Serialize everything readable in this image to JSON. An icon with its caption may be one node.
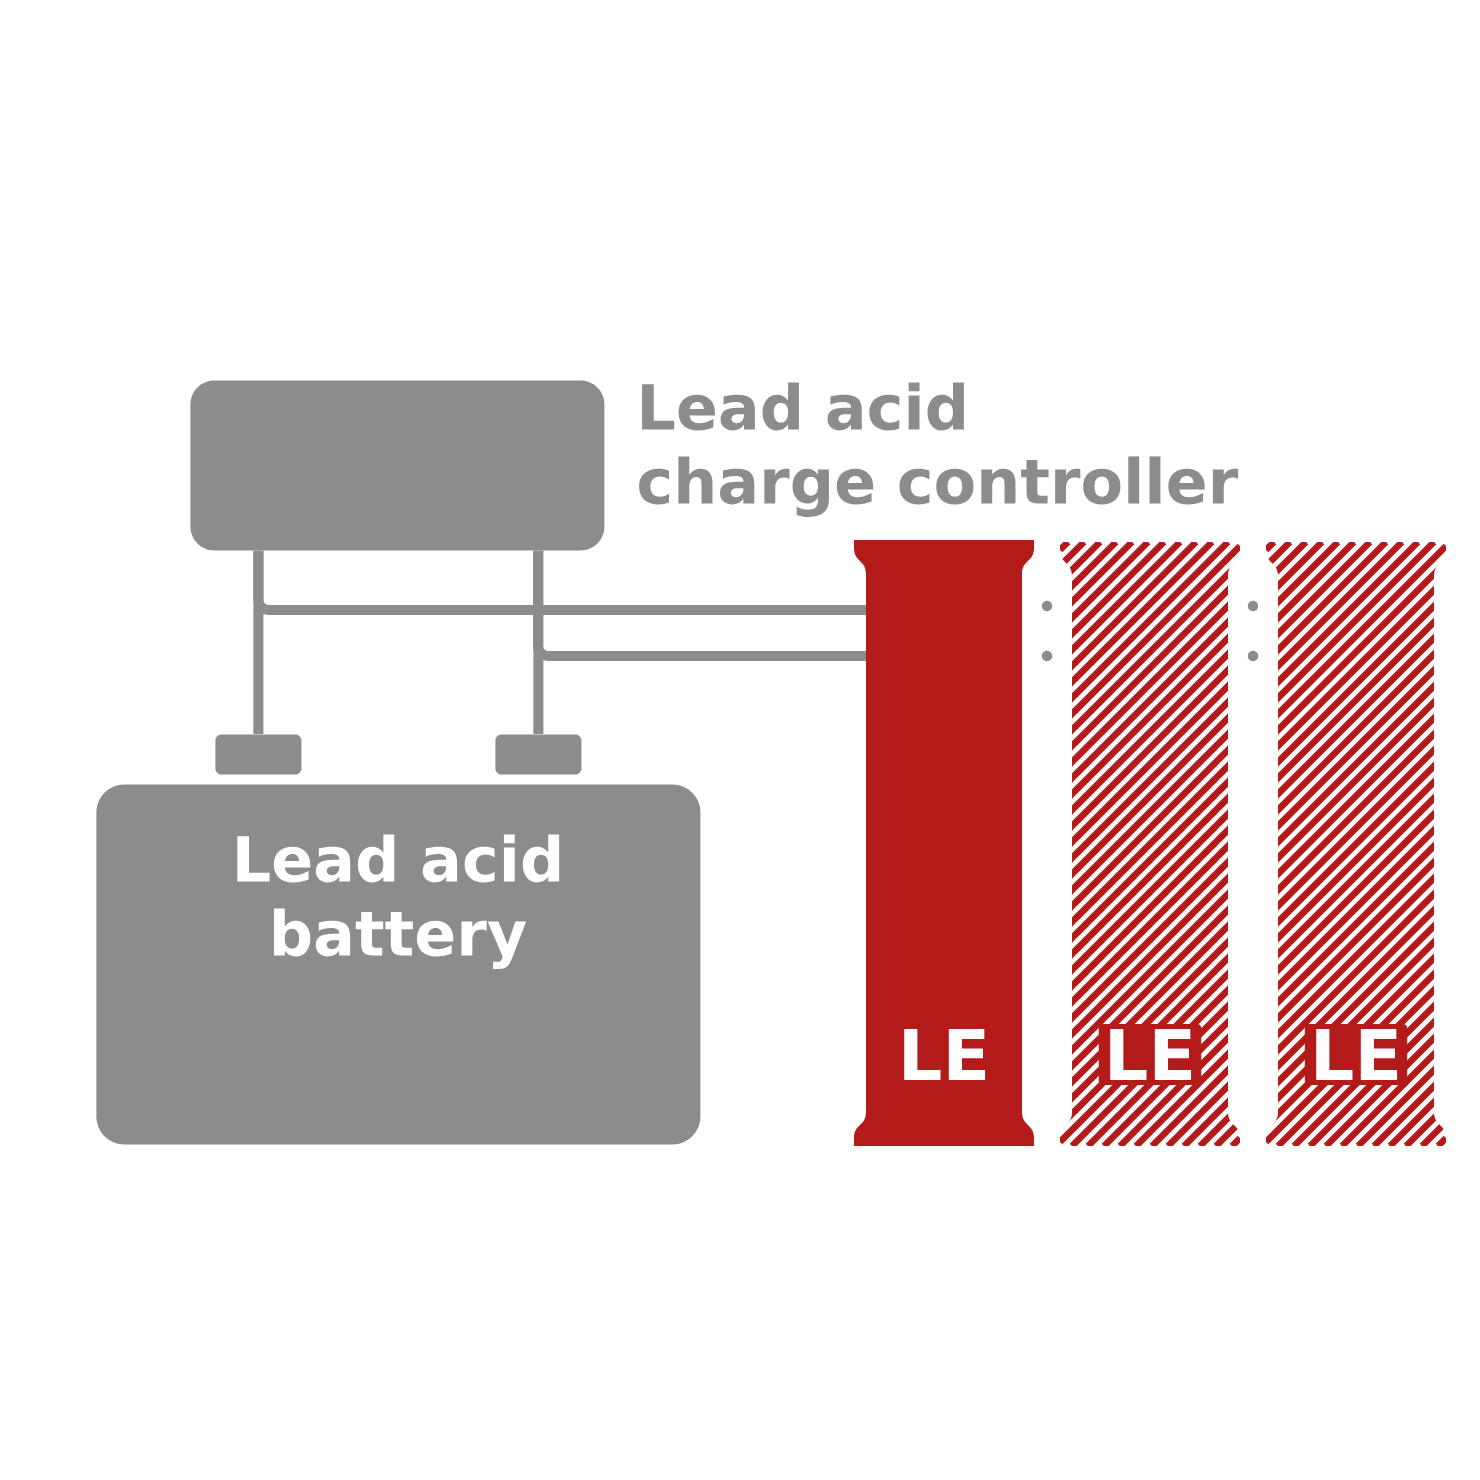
{
  "diagram": {
    "nodes": [
      {
        "text": [
          "Lead acid charge controller"
        ]
      },
      {
        "text": [
          "Lead acid battery"
        ]
      },
      {
        "text": [],
        "shape": "box"
      },
      {
        "text": [],
        "shape": "box"
      },
      {
        "text": [
          "LE"
        ]
      },
      {
        "text": [
          "LE"
        ]
      },
      {
        "text": [
          "LE"
        ]
      }
    ],
    "edges": [
      {
        "from": 0,
        "to": 2,
        "arrow": "none"
      },
      {
        "from": 0,
        "to": 4,
        "arrow": "none"
      },
      {
        "from": 0,
        "to": 3,
        "arrow": "none"
      },
      {
        "from": 0,
        "to": 4,
        "arrow": "none"
      }
    ]
  }
}
